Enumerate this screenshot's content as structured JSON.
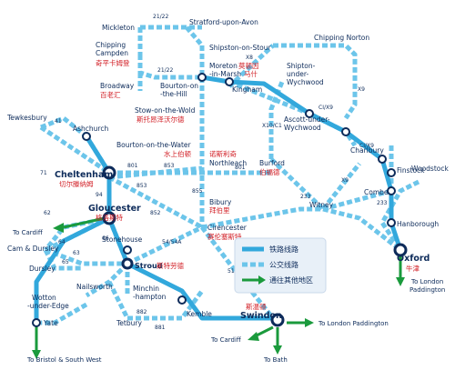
{
  "colors": {
    "rail": "#32a8dc",
    "bus": "#6cc5ea",
    "arrow": "#1a9a3c",
    "text": "#0d2b5a",
    "chinese": "#d21f26"
  },
  "legend": {
    "rail": "铁路线路",
    "bus": "公交线路",
    "other": "通往其他地区"
  },
  "stations": {
    "mickleton": "Mickleton",
    "stratford": "Stratford-upon-Avon",
    "chipping_campden": "Chipping\nCampden",
    "chipping_campden_cn": "奇平卡姆登",
    "shipston": "Shipston-on-Stour",
    "chipping_norton": "Chipping Norton",
    "moreton": "Moreton\n-in-Marsh",
    "moreton_cn": "莫顿因\n马什",
    "broadway": "Broadway",
    "broadway_cn": "百老汇",
    "bourton_hill": "Bourton-on\n-the-Hill",
    "kingham": "Kingham",
    "shipton": "Shipton-\nunder-\nWychwood",
    "tewkesbury": "Tewkesbury",
    "ashchurch": "Ashchurch",
    "stow": "Stow-on-the-Wold",
    "stow_cn": "斯托昂泽沃尔德",
    "ascott": "Ascott-under-\nWychwood",
    "charlbury": "Charlbury",
    "bourton_water": "Bourton-on-the-Water",
    "bourton_water_cn": "水上伯顿",
    "northleach": "Northleach",
    "northleach_cn": "诺斯利奇",
    "finstock": "Finstock",
    "woodstock": "Woodstock",
    "cheltenham": "Cheltenham",
    "cheltenham_cn": "切尔滕纳姆",
    "burford": "Burford",
    "burford_cn": "伯福德",
    "gloucester": "Gloucester",
    "gloucester_cn": "格洛斯特",
    "bibury": "Bibury",
    "bibury_cn": "拜伯里",
    "combe": "Combe",
    "witney": "Witney",
    "hanborough": "Hanborough",
    "cirencester": "Cirencester",
    "cirencester_cn": "赛伦塞斯特",
    "stonehouse": "Stonehouse",
    "cam_dursley": "Cam & Dursley",
    "dursley": "Dursley",
    "stroud": "Stroud",
    "stroud_cn": "斯特劳德",
    "oxford": "Oxford",
    "oxford_cn": "牛津",
    "nailsworth": "Nailsworth",
    "minchinhampton": "Minchin\n-hampton",
    "wotton": "Wotton\n-under-Edge",
    "swindon": "Swindon",
    "swindon_cn": "斯温顿",
    "tetbury": "Tetbury",
    "kemble": "Kemble",
    "yate": "Yate"
  },
  "destinations": {
    "to_cardiff_w": "To Cardiff",
    "to_bristol": "To Bristol & South West",
    "to_cardiff_s": "To Cardiff",
    "to_bath": "To Bath",
    "to_london_swindon": "To London Paddington",
    "to_london_oxford": "To London\nPaddington"
  },
  "routes": {
    "r2122a": "21/22",
    "r2122b": "21/22",
    "x8": "X8",
    "r801a": "801",
    "r801b": "801",
    "r853a": "853",
    "r853b": "853",
    "r855": "855",
    "r41": "41",
    "r71": "71",
    "r94": "94",
    "r62": "62",
    "r66": "66",
    "r64": "64",
    "r63": "63",
    "r65": "65",
    "r852": "852",
    "r882": "882",
    "r881": "881",
    "r51": "51",
    "r54": "54/54A",
    "x9": "X9",
    "r233a": "233",
    "r233b": "233",
    "cx": "CI/X9",
    "cx2": "CI/X9",
    "x10": "X10/C1",
    "r9": "X9"
  }
}
